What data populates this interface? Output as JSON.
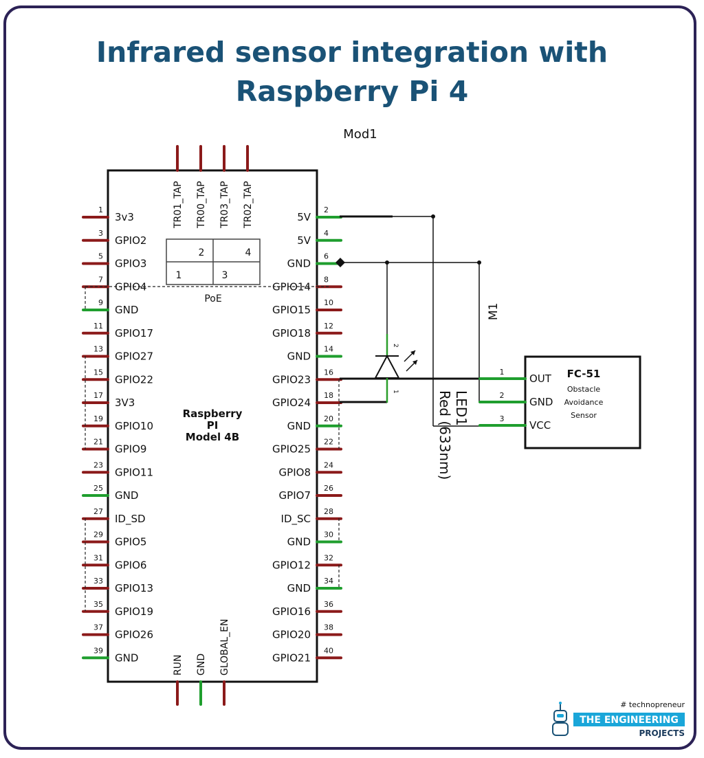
{
  "title": {
    "line1": "Infrared sensor integration with",
    "line2": "Raspberry Pi 4"
  },
  "module_label": "Mod1",
  "board": {
    "name_line1": "Raspberry",
    "name_line2": "PI",
    "name_line3": "Model 4B",
    "poe_label": "PoE",
    "poe_cells": [
      "2",
      "4",
      "1",
      "3"
    ],
    "top_pins": [
      "TR01_TAP",
      "TR00_TAP",
      "TR03_TAP",
      "TR02_TAP"
    ],
    "bottom_pins": [
      "RUN",
      "GND",
      "GLOBAL_EN"
    ],
    "left_pins": [
      {
        "num": "1",
        "label": "3v3"
      },
      {
        "num": "3",
        "label": "GPIO2"
      },
      {
        "num": "5",
        "label": "GPIO3"
      },
      {
        "num": "7",
        "label": "GPIO4"
      },
      {
        "num": "9",
        "label": "GND"
      },
      {
        "num": "11",
        "label": "GPIO17"
      },
      {
        "num": "13",
        "label": "GPIO27"
      },
      {
        "num": "15",
        "label": "GPIO22"
      },
      {
        "num": "17",
        "label": "3V3"
      },
      {
        "num": "19",
        "label": "GPIO10"
      },
      {
        "num": "21",
        "label": "GPIO9"
      },
      {
        "num": "23",
        "label": "GPIO11"
      },
      {
        "num": "25",
        "label": "GND"
      },
      {
        "num": "27",
        "label": "ID_SD"
      },
      {
        "num": "29",
        "label": "GPIO5"
      },
      {
        "num": "31",
        "label": "GPIO6"
      },
      {
        "num": "33",
        "label": "GPIO13"
      },
      {
        "num": "35",
        "label": "GPIO19"
      },
      {
        "num": "37",
        "label": "GPIO26"
      },
      {
        "num": "39",
        "label": "GND"
      }
    ],
    "right_pins": [
      {
        "num": "2",
        "label": "5V"
      },
      {
        "num": "4",
        "label": "5V"
      },
      {
        "num": "6",
        "label": "GND"
      },
      {
        "num": "8",
        "label": "GPIO14"
      },
      {
        "num": "10",
        "label": "GPIO15"
      },
      {
        "num": "12",
        "label": "GPIO18"
      },
      {
        "num": "14",
        "label": "GND"
      },
      {
        "num": "16",
        "label": "GPIO23"
      },
      {
        "num": "18",
        "label": "GPIO24"
      },
      {
        "num": "20",
        "label": "GND"
      },
      {
        "num": "22",
        "label": "GPIO25"
      },
      {
        "num": "24",
        "label": "GPIO8"
      },
      {
        "num": "26",
        "label": "GPIO7"
      },
      {
        "num": "28",
        "label": "ID_SC"
      },
      {
        "num": "30",
        "label": "GND"
      },
      {
        "num": "32",
        "label": "GPIO12"
      },
      {
        "num": "34",
        "label": "GND"
      },
      {
        "num": "36",
        "label": "GPIO16"
      },
      {
        "num": "38",
        "label": "GPIO20"
      },
      {
        "num": "40",
        "label": "GPIO21"
      }
    ]
  },
  "led": {
    "name": "LED1",
    "desc": "Red (633nm)",
    "pin_anode": "2",
    "pin_cathode": "1"
  },
  "connector_label": "M1",
  "sensor": {
    "name": "FC-51",
    "desc_line1": "Obstacle",
    "desc_line2": "Avoidance",
    "desc_line3": "Sensor",
    "pins": [
      {
        "num": "1",
        "label": "OUT"
      },
      {
        "num": "2",
        "label": "GND"
      },
      {
        "num": "3",
        "label": "VCC"
      }
    ]
  },
  "logo": {
    "tag": "# technopreneur",
    "line1": "THE ENGINEERING",
    "line2": "PROJECTS"
  },
  "colors": {
    "title": "#1a5276",
    "frame": "#2c2256",
    "pin_red": "#8b1a1a",
    "pin_green": "#1f9e2e",
    "logo_blue": "#1aa6d9"
  }
}
